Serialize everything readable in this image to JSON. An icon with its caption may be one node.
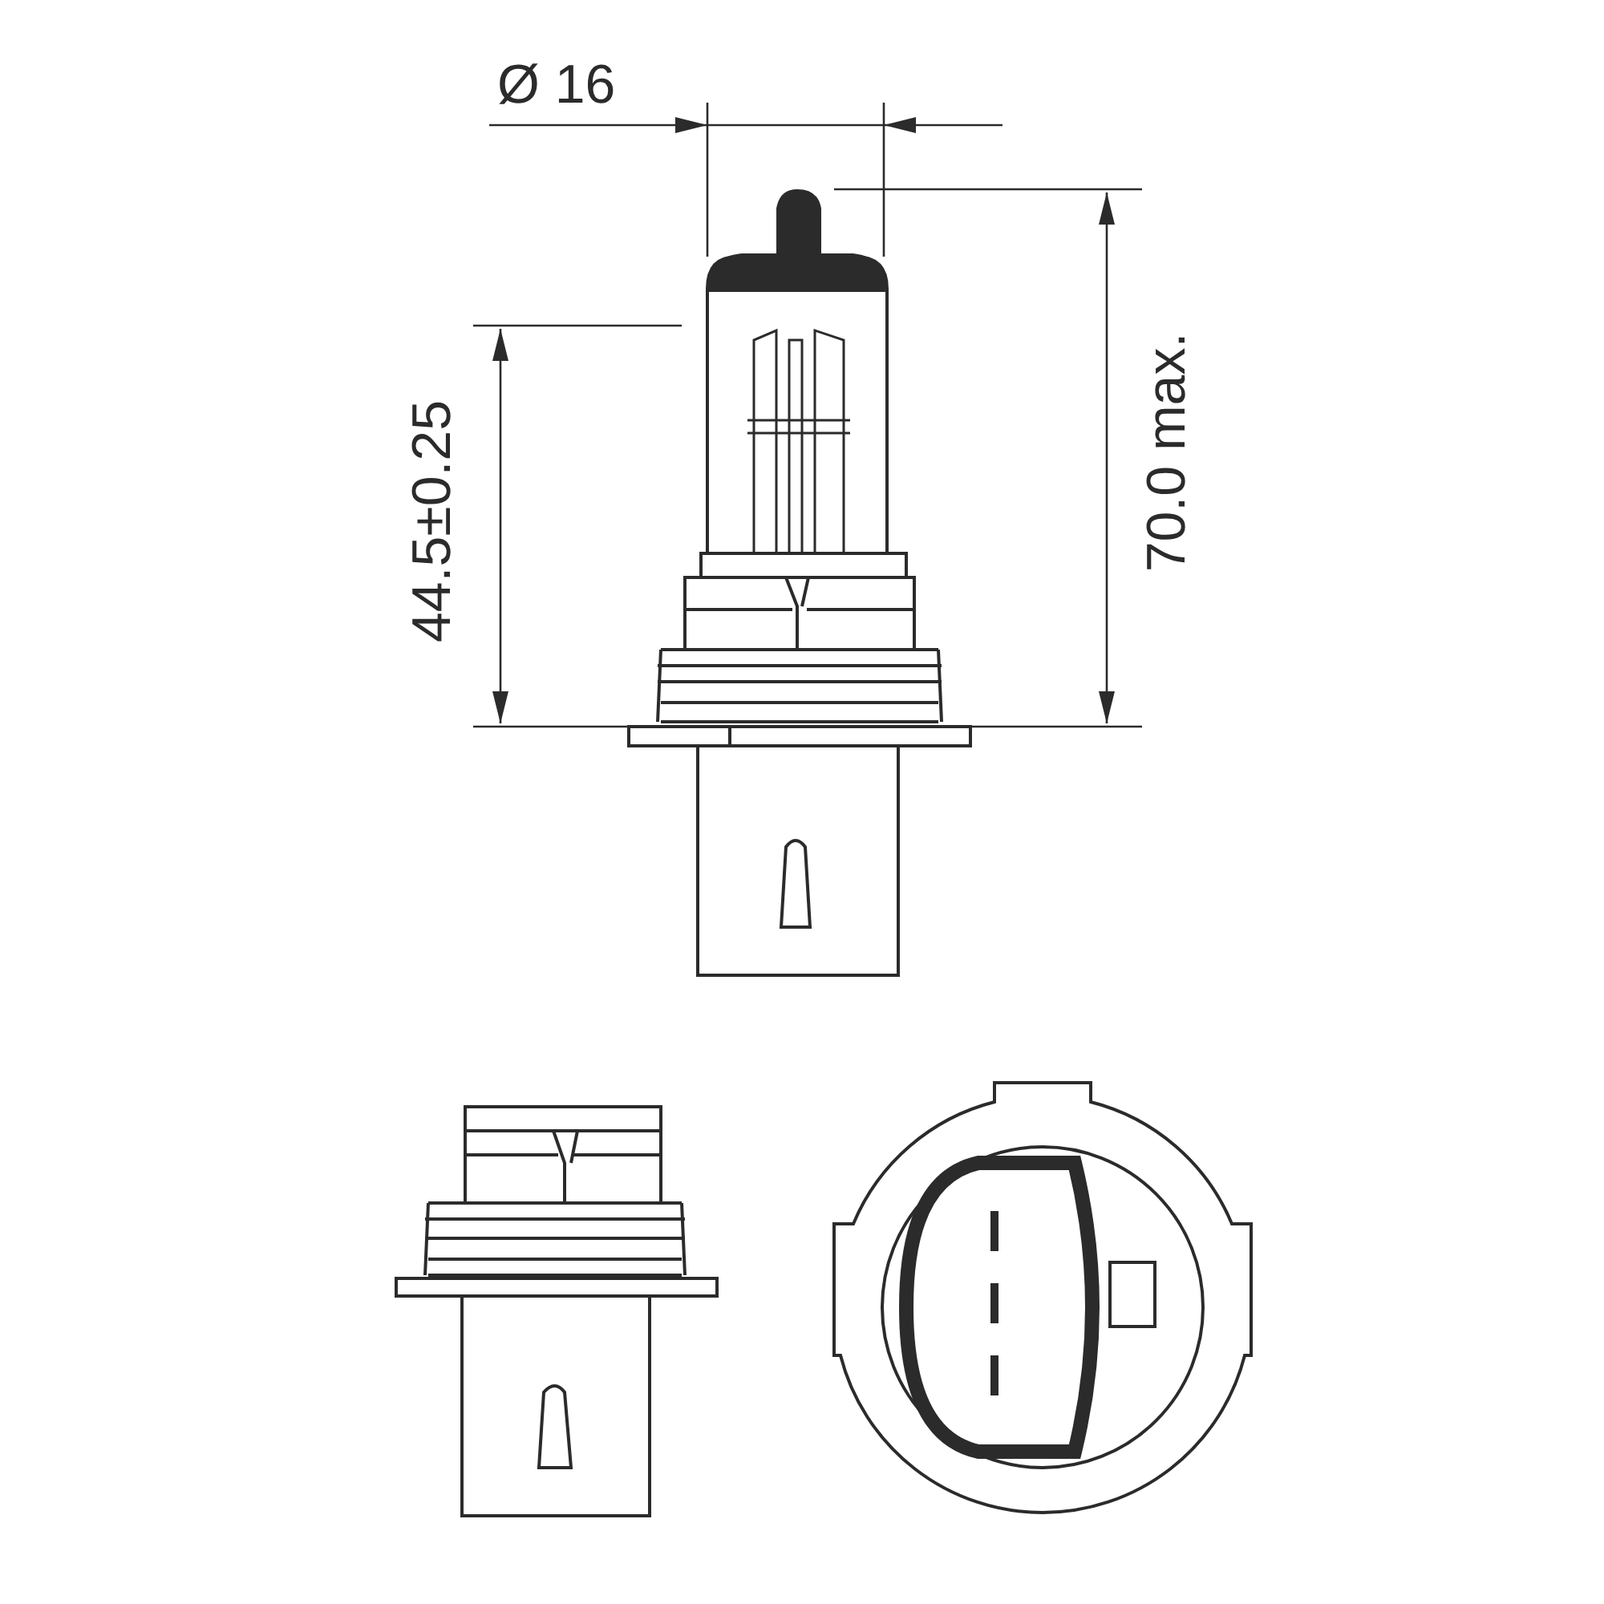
{
  "diagram": {
    "labels": [
      "Ø 16",
      "44.5±0.25",
      "70.0 max."
    ]
  }
}
